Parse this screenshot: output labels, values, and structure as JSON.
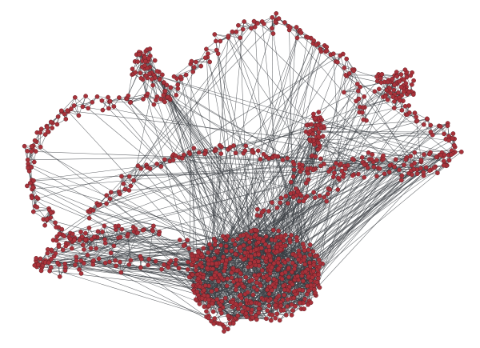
{
  "graph": {
    "type": "network-diagram",
    "layout": "force-directed",
    "labels_visible": false,
    "node_count_estimate": 1200,
    "colors": {
      "background": "#ffffff",
      "node_fill": "#a8323a",
      "node_stroke": "#5a1d22",
      "edge": "#3b3f44"
    },
    "structure": [
      "dense-core-cluster",
      "upper-arch-chain",
      "left-loop-chain",
      "right-loop-chain",
      "middle-arc-chain",
      "right-upper-lobe-cluster",
      "central-small-cluster"
    ]
  }
}
